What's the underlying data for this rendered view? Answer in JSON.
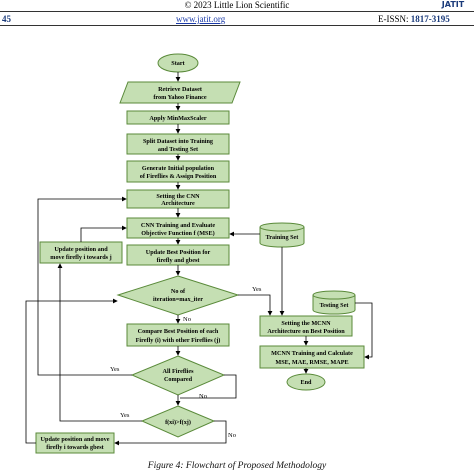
{
  "header": {
    "copyright": "© 2023 Little Lion Scientific",
    "page_number": "45",
    "website": "www.jatit.org",
    "issn_label": "E-ISSN:",
    "issn_value": "1817-3195",
    "logo_text": "JATIT"
  },
  "colors": {
    "node_fill": "#c5dfb3",
    "node_stroke": "#5a8a3a",
    "text": "#000000"
  },
  "flowchart": {
    "start": "Start",
    "retrieve": [
      "Retrieve Dataset",
      "from Yahoo Finance"
    ],
    "minmax": "Apply MinMaxScaler",
    "split": [
      "Split Dataset into Training",
      "and Testing Set"
    ],
    "generate": [
      "Generate Initial population",
      "of Fireflies & Assign Position"
    ],
    "setting_cnn": [
      "Setting the CNN",
      "Architecture"
    ],
    "cnn_train": [
      "CNN Training and Evaluate",
      "Objective Function f (MSE)"
    ],
    "update_best": [
      "Update Best Position for",
      "firefly and gbest"
    ],
    "decision_iter": [
      "No of",
      "iteration=max_iter"
    ],
    "compare": [
      "Compare Best Position of each",
      "Firefly (i) with other Fireflies (j)"
    ],
    "decision_all": [
      "All Fireflies",
      "Compared"
    ],
    "decision_f": "f(xi)>f(xj)",
    "update_left": [
      "Update position and",
      "move firefly i towards j"
    ],
    "update_bottom": [
      "Update position and move",
      "firefly i towards gbest"
    ],
    "training_set": "Training Set",
    "testing_set": "Testing Set",
    "setting_mcnn": [
      "Setting the MCNN",
      "Architecture on Best Position"
    ],
    "mcnn_train": [
      "MCNN Training and Calculate",
      "MSE, MAE, RMSE, MAPE"
    ],
    "end": "End",
    "label_yes_iter": "Yes",
    "label_no_iter": "No",
    "label_yes_all": "Yes",
    "label_no_all": "No",
    "label_yes_f": "Yes",
    "label_no_f": "No"
  },
  "caption": "Figure 4: Flowchart of Proposed Methodology"
}
